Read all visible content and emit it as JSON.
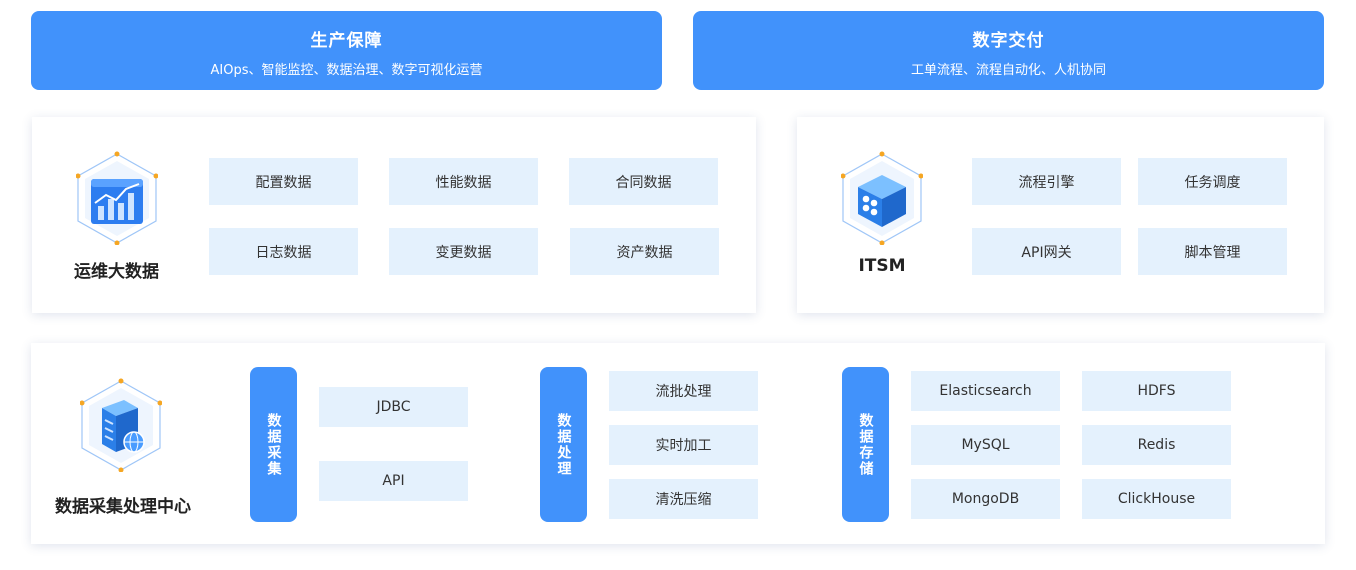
{
  "banners": {
    "left": {
      "title": "生产保障",
      "subtitle": "AIOps、智能监控、数据治理、数字可视化运营"
    },
    "right": {
      "title": "数字交付",
      "subtitle": "工单流程、流程自动化、人机协同"
    }
  },
  "ops": {
    "label": "运维大数据",
    "items": [
      "配置数据",
      "性能数据",
      "合同数据",
      "日志数据",
      "变更数据",
      "资产数据"
    ]
  },
  "itsm": {
    "label": "ITSM",
    "items": [
      "流程引擎",
      "任务调度",
      "API网关",
      "脚本管理"
    ]
  },
  "center": {
    "label": "数据采集处理中心",
    "collect": {
      "title": "数据采集",
      "items": [
        "JDBC",
        "API"
      ]
    },
    "process": {
      "title": "数据处理",
      "items": [
        "流批处理",
        "实时加工",
        "清洗压缩"
      ]
    },
    "storage": {
      "title": "数据存储",
      "items": [
        "Elasticsearch",
        "HDFS",
        "MySQL",
        "Redis",
        "MongoDB",
        "ClickHouse"
      ]
    }
  },
  "icons": {
    "ops": "bar-chart-cube-icon",
    "itsm": "blue-cube-icon",
    "center": "server-globe-icon"
  },
  "colors": {
    "accent": "#4192fb",
    "chip_bg": "#e4f1fd",
    "node_orange": "#f5a623"
  }
}
